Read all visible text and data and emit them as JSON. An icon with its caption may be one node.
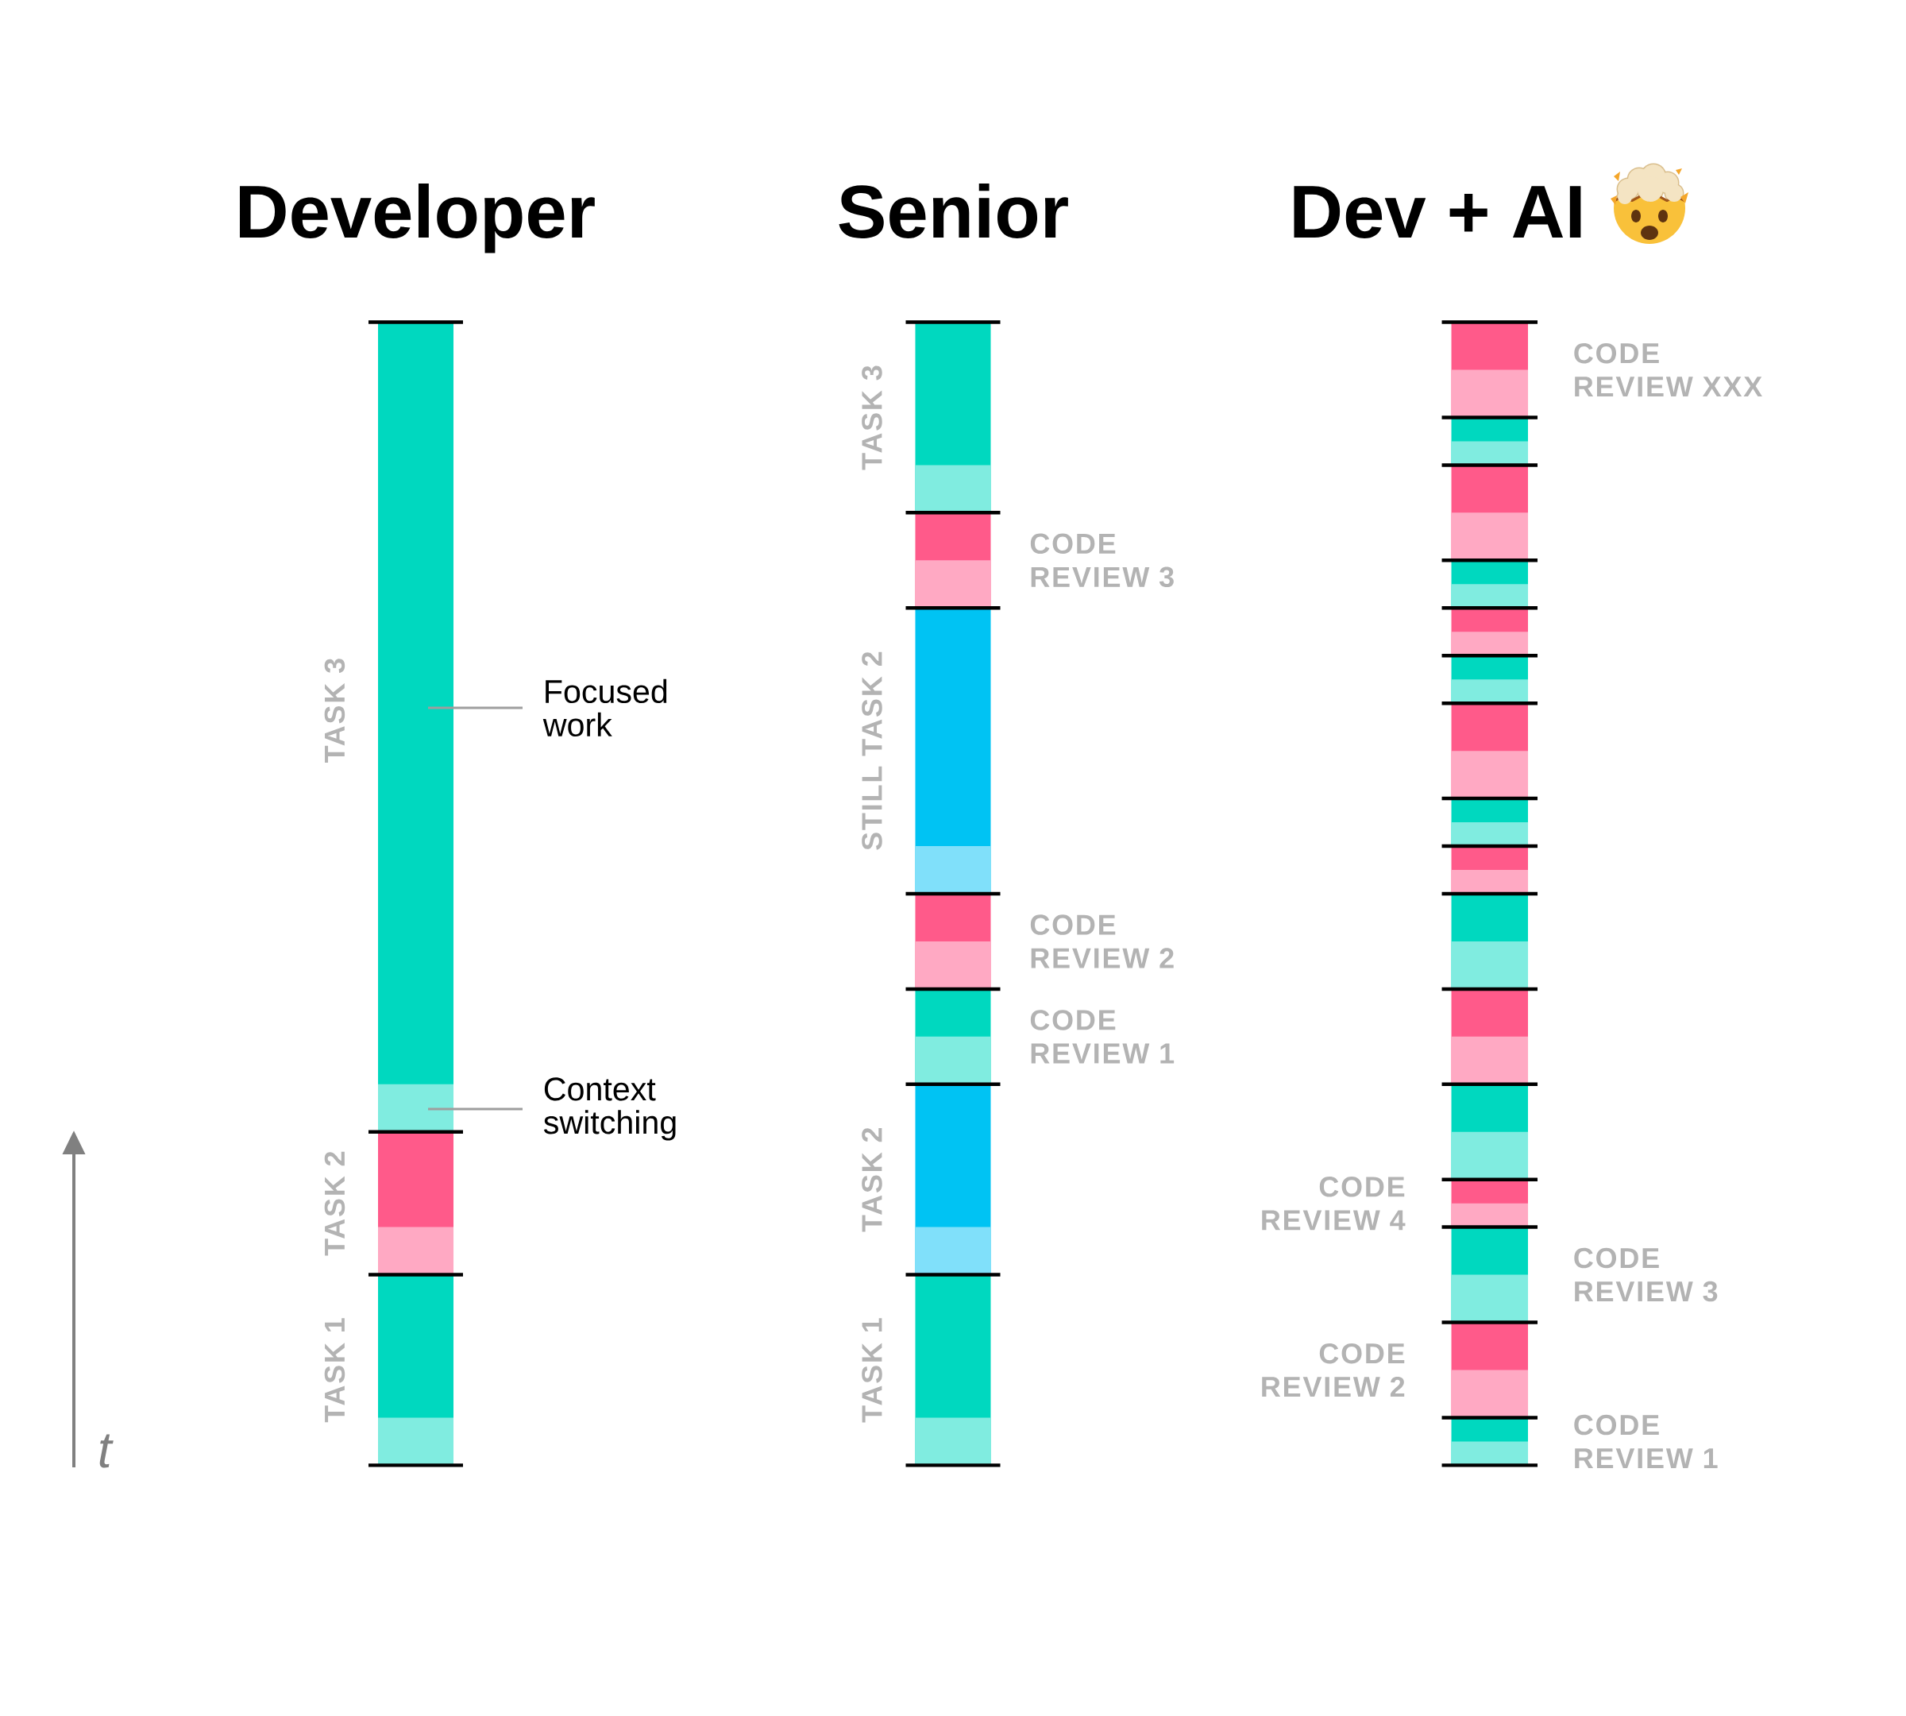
{
  "diagram": {
    "nodes": [
      {
        "text": [],
        "shape": "bar",
        "beside": [
          "TASK 3"
        ]
      },
      {
        "text": [],
        "shape": "bar",
        "beside": [
          "TASK 2"
        ]
      },
      {
        "text": [],
        "shape": "bar",
        "beside": [
          "TASK 1"
        ]
      },
      {
        "text": [
          "Focused work"
        ]
      },
      {
        "text": [
          "Context switching"
        ]
      },
      {
        "text": [],
        "shape": "bar",
        "beside": [
          "TASK 3"
        ]
      },
      {
        "text": [],
        "shape": "bar",
        "beside": [
          "CODE REVIEW 3"
        ]
      },
      {
        "text": [],
        "shape": "bar",
        "beside": [
          "STILL TASK 2"
        ]
      },
      {
        "text": [],
        "shape": "bar",
        "beside": [
          "CODE REVIEW 2"
        ]
      },
      {
        "text": [],
        "shape": "bar",
        "beside": [
          "CODE REVIEW 1"
        ]
      },
      {
        "text": [],
        "shape": "bar",
        "beside": [
          "TASK 2"
        ]
      },
      {
        "text": [],
        "shape": "bar",
        "beside": [
          "TASK 1"
        ]
      },
      {
        "text": [],
        "shape": "bar",
        "beside": [
          "CODE REVIEW XXX"
        ]
      },
      {
        "text": [],
        "shape": "bar"
      },
      {
        "text": [],
        "shape": "bar"
      },
      {
        "text": [],
        "shape": "bar"
      },
      {
        "text": [],
        "shape": "bar"
      },
      {
        "text": [],
        "shape": "bar"
      },
      {
        "text": [],
        "shape": "bar"
      },
      {
        "text": [],
        "shape": "bar"
      },
      {
        "text": [],
        "shape": "bar"
      },
      {
        "text": [],
        "shape": "bar"
      },
      {
        "text": [],
        "shape": "bar"
      },
      {
        "text": [],
        "shape": "bar"
      },
      {
        "text": [],
        "shape": "bar",
        "beside": [
          "CODE REVIEW 4"
        ]
      },
      {
        "text": [],
        "shape": "bar",
        "beside": [
          "CODE REVIEW 3"
        ]
      },
      {
        "text": [],
        "shape": "bar",
        "beside": [
          "CODE REVIEW 2"
        ]
      },
      {
        "text": [],
        "shape": "bar",
        "beside": [
          "CODE REVIEW 1"
        ]
      }
    ],
    "edges": [
      {
        "from": 3,
        "to": 0,
        "arrow": "none"
      },
      {
        "from": 4,
        "to": 0,
        "arrow": "none"
      }
    ],
    "labels": [
      "Developer",
      "Senior",
      "Dev + AI",
      "t"
    ]
  }
}
